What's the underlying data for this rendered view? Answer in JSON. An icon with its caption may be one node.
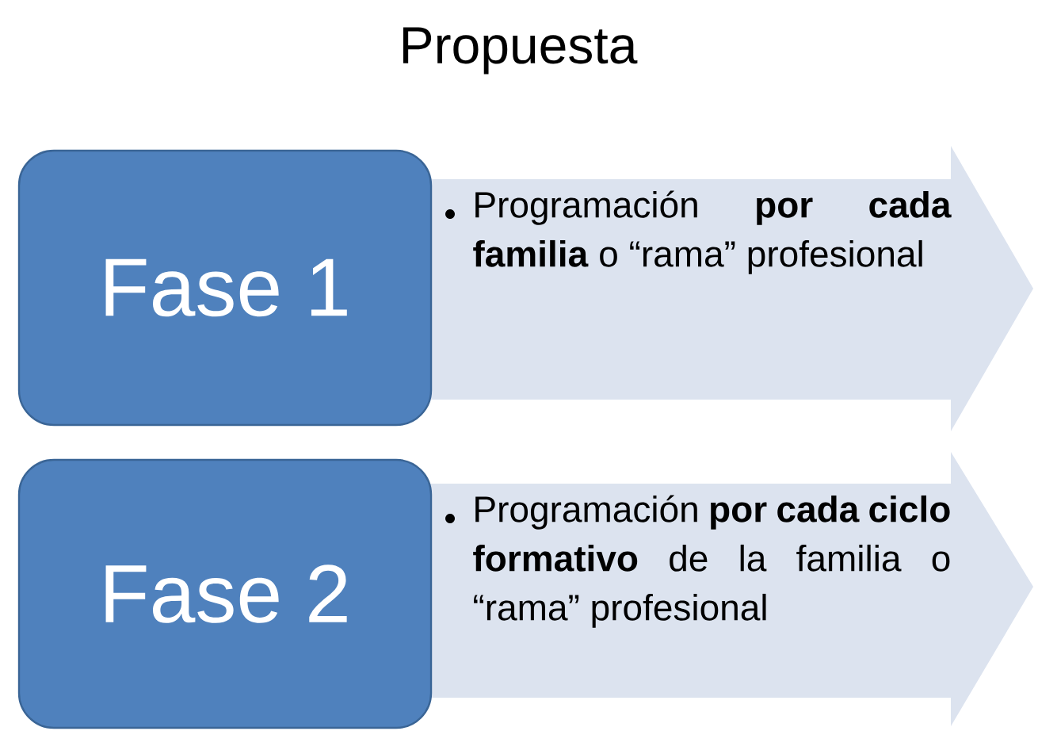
{
  "diagram": {
    "title": "Propuesta",
    "nodes": [
      {
        "text": [
          "Fase 1"
        ]
      },
      {
        "text": [
          "Programación **por cada familia** o “rama” profesional"
        ]
      },
      {
        "text": [
          "Fase 2"
        ]
      },
      {
        "text": [
          "Programación **por cada ciclo formativo** de la familia o “rama” profesional"
        ]
      }
    ]
  }
}
